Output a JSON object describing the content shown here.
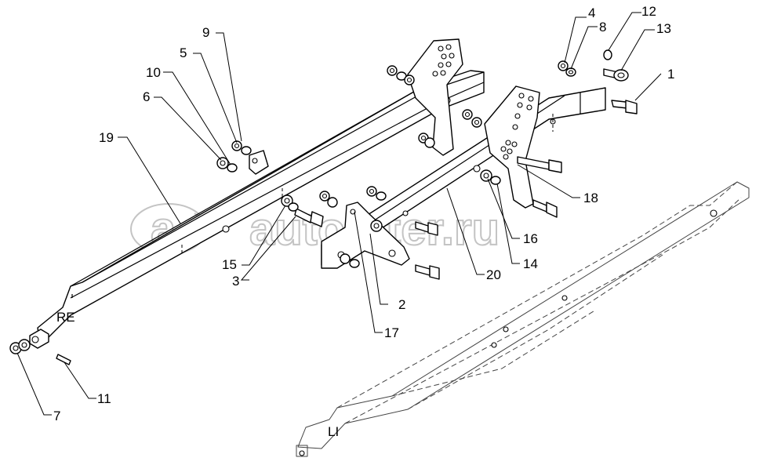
{
  "watermark": {
    "text": "autopiter.ru",
    "logo_glyph": "a"
  },
  "side_labels": {
    "right": "RE",
    "left": "LI"
  },
  "callouts": [
    "1",
    "2",
    "3",
    "4",
    "5",
    "6",
    "7",
    "8",
    "9",
    "10",
    "11",
    "12",
    "13",
    "14",
    "15",
    "16",
    "17",
    "18",
    "19",
    "20"
  ]
}
